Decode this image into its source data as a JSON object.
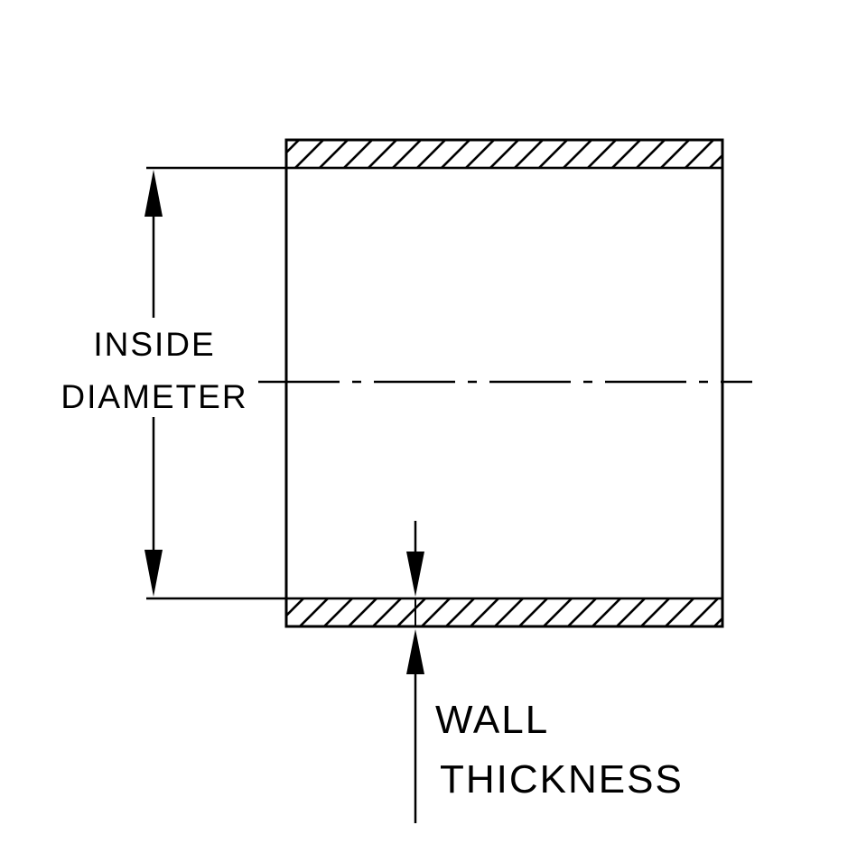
{
  "diagram": {
    "title": "tube-cross-section-dimension-drawing",
    "labels": {
      "inside_diameter_line1": "INSIDE",
      "inside_diameter_line2": "DIAMETER",
      "wall_thickness_line1": "WALL",
      "wall_thickness_line2": "THICKNESS"
    },
    "colors": {
      "line": "#000000",
      "background": "#ffffff"
    }
  }
}
